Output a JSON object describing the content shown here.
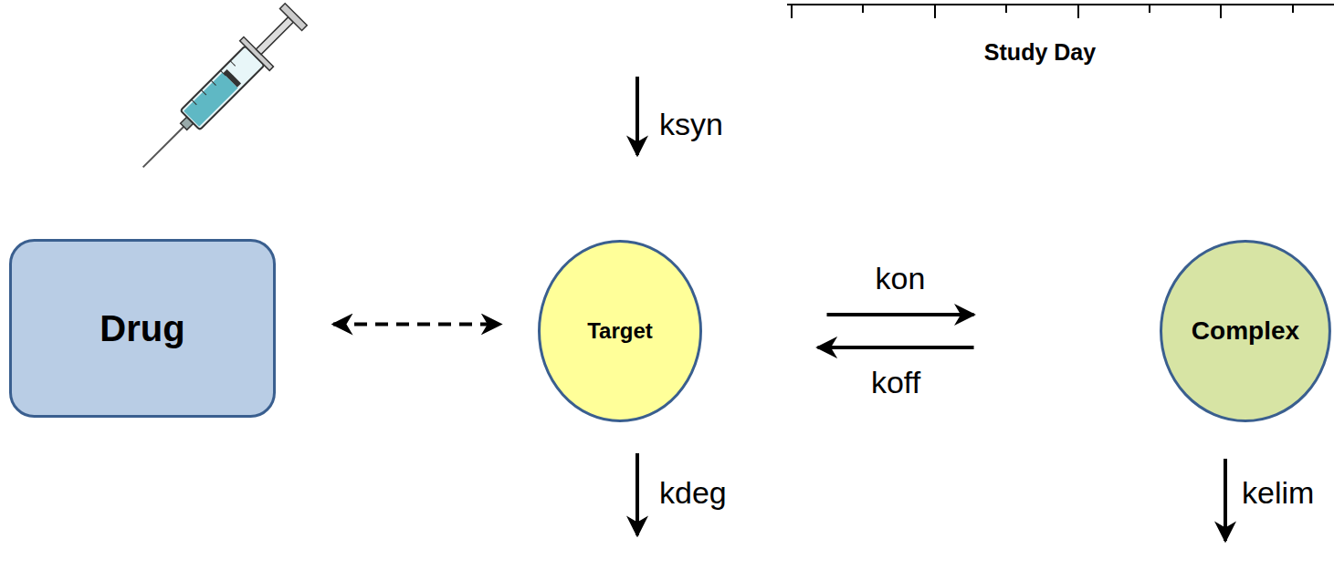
{
  "diagram": {
    "nodes": [
      {
        "text": [
          "Drug"
        ]
      },
      {
        "text": [
          "Target"
        ]
      },
      {
        "text": [
          "Complex"
        ]
      }
    ],
    "edges": [
      {
        "from": 0,
        "to": 1,
        "arrow": "both"
      },
      {
        "from": 1,
        "to": 2,
        "label": "kon",
        "arrow": "to"
      },
      {
        "from": 2,
        "to": 1,
        "label": "koff",
        "arrow": "to"
      }
    ],
    "labels": [
      "Study Day",
      "ksyn",
      "kdeg",
      "kelim"
    ]
  }
}
